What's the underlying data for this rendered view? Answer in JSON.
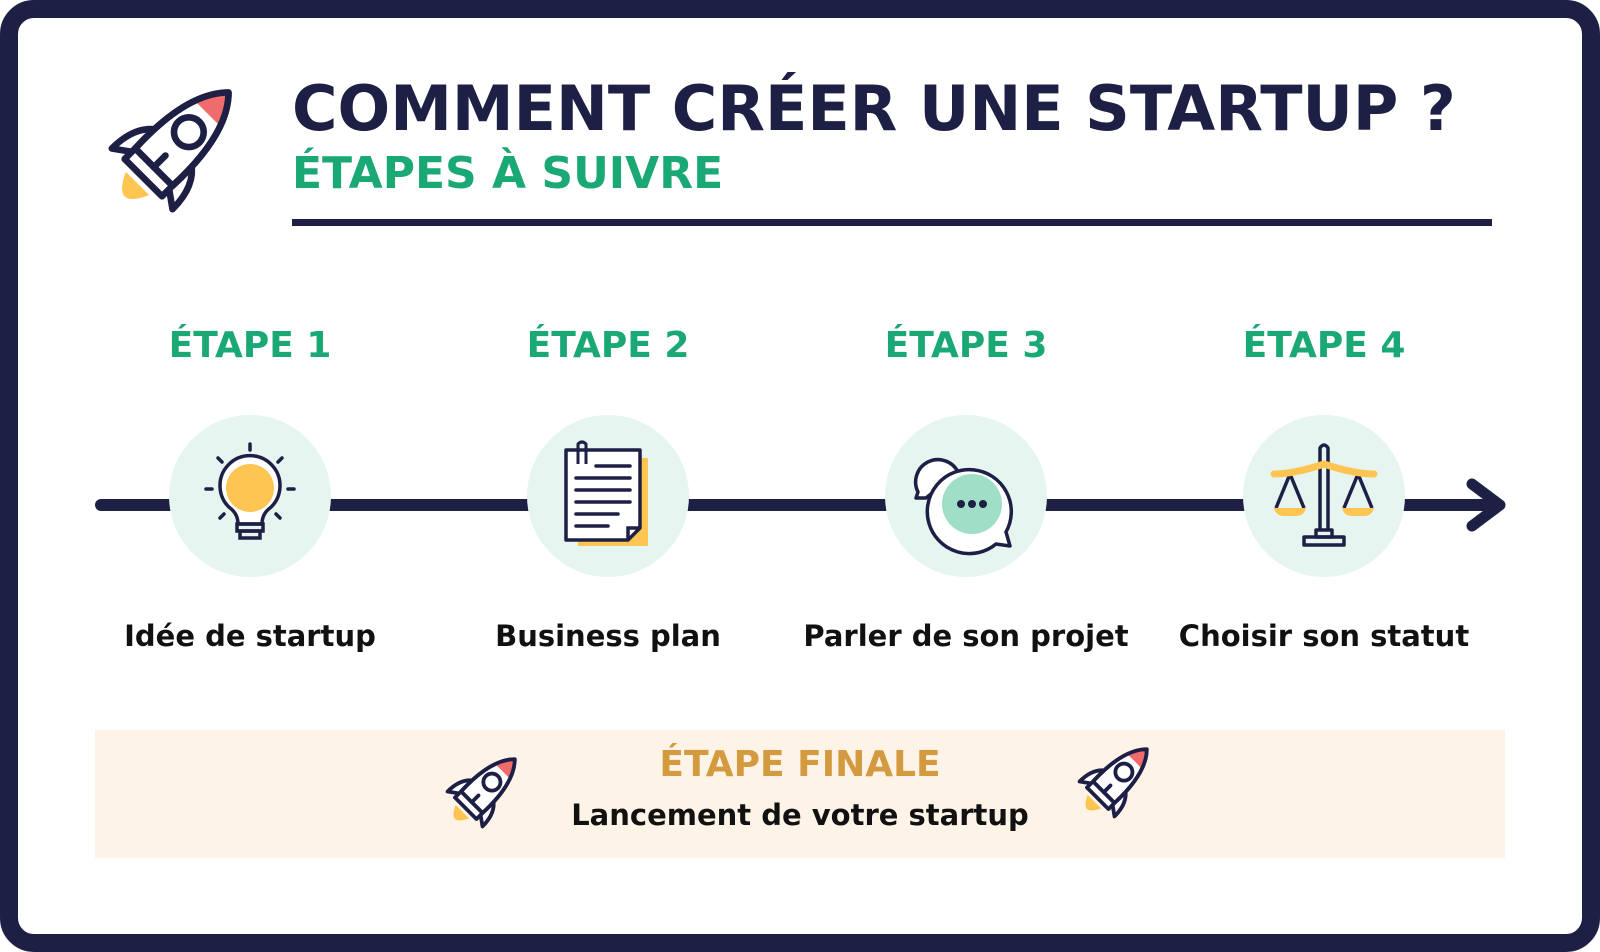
{
  "header": {
    "title": "COMMENT CRÉER UNE STARTUP ?",
    "subtitle": "ÉTAPES À SUIVRE"
  },
  "steps": [
    {
      "label": "ÉTAPE 1",
      "description": "Idée de startup",
      "icon": "lightbulb-icon"
    },
    {
      "label": "ÉTAPE 2",
      "description": "Business plan",
      "icon": "document-icon"
    },
    {
      "label": "ÉTAPE 3",
      "description": "Parler de son projet",
      "icon": "chat-bubbles-icon"
    },
    {
      "label": "ÉTAPE 4",
      "description": "Choisir son statut",
      "icon": "scales-icon"
    }
  ],
  "final": {
    "title": "ÉTAPE FINALE",
    "subtitle": "Lancement de votre startup"
  },
  "colors": {
    "navy": "#1d1f45",
    "green": "#1aa874",
    "mint": "#e6f5ef",
    "yellow": "#ffc552",
    "red": "#f06b6b",
    "cream": "#fdf4e7",
    "gold": "#d49a3f"
  }
}
